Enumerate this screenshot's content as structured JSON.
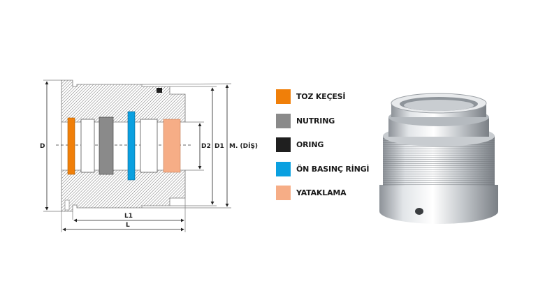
{
  "diagram": {
    "dimensions": {
      "d": "D",
      "d2": "D2",
      "d1": "D1",
      "m": "M. (DİŞ)",
      "l1": "L1",
      "l": "L"
    }
  },
  "legend": {
    "items": [
      {
        "label": "TOZ KEÇESİ",
        "color": "#f07f09"
      },
      {
        "label": "NUTRING",
        "color": "#8a8a8a"
      },
      {
        "label": "ORING",
        "color": "#1f1f1f"
      },
      {
        "label": "ÖN BASINÇ RİNGİ",
        "color": "#0aa0e0"
      },
      {
        "label": "YATAKLAMA",
        "color": "#f6ad86"
      }
    ]
  }
}
